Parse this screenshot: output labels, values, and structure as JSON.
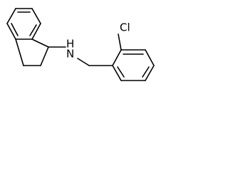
{
  "molecule": {
    "atom_labels": {
      "chlorine": "Cl",
      "amine": "H\nN"
    },
    "nh_label": {
      "h": "H",
      "n": "N"
    }
  }
}
